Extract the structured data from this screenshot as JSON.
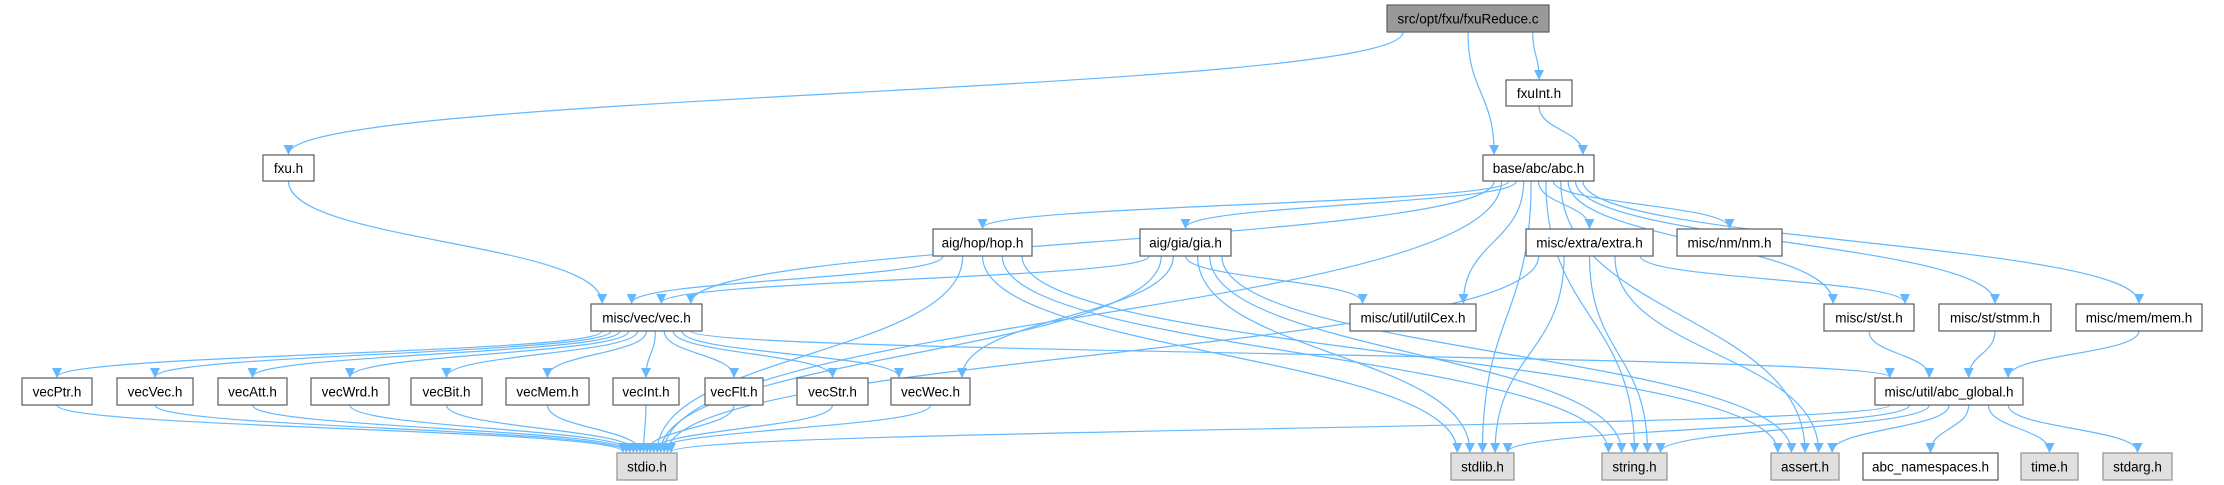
{
  "colors": {
    "edge": "#63b8ff",
    "node_border": "#666666",
    "system_fill": "#e0e0e0",
    "root_fill": "#999999"
  },
  "nodes": [
    {
      "id": "fxuReduce",
      "label": "src/opt/fxu/fxuReduce.c",
      "kind": "root"
    },
    {
      "id": "fxuInt",
      "label": "fxuInt.h",
      "kind": "local"
    },
    {
      "id": "fxu",
      "label": "fxu.h",
      "kind": "local"
    },
    {
      "id": "abc",
      "label": "base/abc/abc.h",
      "kind": "local"
    },
    {
      "id": "hop",
      "label": "aig/hop/hop.h",
      "kind": "local"
    },
    {
      "id": "gia",
      "label": "aig/gia/gia.h",
      "kind": "local"
    },
    {
      "id": "extra",
      "label": "misc/extra/extra.h",
      "kind": "local"
    },
    {
      "id": "nm",
      "label": "misc/nm/nm.h",
      "kind": "local"
    },
    {
      "id": "vec",
      "label": "misc/vec/vec.h",
      "kind": "local"
    },
    {
      "id": "utilCex",
      "label": "misc/util/utilCex.h",
      "kind": "local"
    },
    {
      "id": "st",
      "label": "misc/st/st.h",
      "kind": "local"
    },
    {
      "id": "stmm",
      "label": "misc/st/stmm.h",
      "kind": "local"
    },
    {
      "id": "mem",
      "label": "misc/mem/mem.h",
      "kind": "local"
    },
    {
      "id": "vecPtr",
      "label": "vecPtr.h",
      "kind": "local"
    },
    {
      "id": "vecVec",
      "label": "vecVec.h",
      "kind": "local"
    },
    {
      "id": "vecAtt",
      "label": "vecAtt.h",
      "kind": "local"
    },
    {
      "id": "vecWrd",
      "label": "vecWrd.h",
      "kind": "local"
    },
    {
      "id": "vecBit",
      "label": "vecBit.h",
      "kind": "local"
    },
    {
      "id": "vecMem",
      "label": "vecMem.h",
      "kind": "local"
    },
    {
      "id": "vecInt",
      "label": "vecInt.h",
      "kind": "local"
    },
    {
      "id": "vecFlt",
      "label": "vecFlt.h",
      "kind": "local"
    },
    {
      "id": "vecStr",
      "label": "vecStr.h",
      "kind": "local"
    },
    {
      "id": "vecWec",
      "label": "vecWec.h",
      "kind": "local"
    },
    {
      "id": "abc_global",
      "label": "misc/util/abc_global.h",
      "kind": "local"
    },
    {
      "id": "stdio",
      "label": "stdio.h",
      "kind": "system"
    },
    {
      "id": "stdlib",
      "label": "stdlib.h",
      "kind": "system"
    },
    {
      "id": "string",
      "label": "string.h",
      "kind": "system"
    },
    {
      "id": "assert",
      "label": "assert.h",
      "kind": "system"
    },
    {
      "id": "abc_namespaces",
      "label": "abc_namespaces.h",
      "kind": "local"
    },
    {
      "id": "time",
      "label": "time.h",
      "kind": "system"
    },
    {
      "id": "stdarg",
      "label": "stdarg.h",
      "kind": "system"
    }
  ],
  "edges": [
    [
      "fxuReduce",
      "fxu"
    ],
    [
      "fxuReduce",
      "fxuInt"
    ],
    [
      "fxuReduce",
      "abc"
    ],
    [
      "fxuInt",
      "abc"
    ],
    [
      "fxu",
      "vec"
    ],
    [
      "abc",
      "stdio"
    ],
    [
      "abc",
      "vec"
    ],
    [
      "abc",
      "hop"
    ],
    [
      "abc",
      "gia"
    ],
    [
      "abc",
      "utilCex"
    ],
    [
      "abc",
      "stdlib"
    ],
    [
      "abc",
      "extra"
    ],
    [
      "abc",
      "nm"
    ],
    [
      "abc",
      "string"
    ],
    [
      "abc",
      "st"
    ],
    [
      "abc",
      "stmm"
    ],
    [
      "abc",
      "mem"
    ],
    [
      "abc",
      "assert"
    ],
    [
      "hop",
      "vec"
    ],
    [
      "hop",
      "stdio"
    ],
    [
      "hop",
      "stdlib"
    ],
    [
      "hop",
      "string"
    ],
    [
      "hop",
      "assert"
    ],
    [
      "gia",
      "vec"
    ],
    [
      "gia",
      "stdio"
    ],
    [
      "gia",
      "vecWec"
    ],
    [
      "gia",
      "utilCex"
    ],
    [
      "gia",
      "stdlib"
    ],
    [
      "gia",
      "string"
    ],
    [
      "gia",
      "assert"
    ],
    [
      "extra",
      "stdio"
    ],
    [
      "extra",
      "stdlib"
    ],
    [
      "extra",
      "string"
    ],
    [
      "extra",
      "assert"
    ],
    [
      "extra",
      "st"
    ],
    [
      "st",
      "abc_global"
    ],
    [
      "stmm",
      "abc_global"
    ],
    [
      "mem",
      "abc_global"
    ],
    [
      "vec",
      "vecPtr"
    ],
    [
      "vec",
      "vecVec"
    ],
    [
      "vec",
      "vecAtt"
    ],
    [
      "vec",
      "vecWrd"
    ],
    [
      "vec",
      "vecBit"
    ],
    [
      "vec",
      "vecMem"
    ],
    [
      "vec",
      "vecInt"
    ],
    [
      "vec",
      "vecFlt"
    ],
    [
      "vec",
      "vecStr"
    ],
    [
      "vec",
      "vecWec"
    ],
    [
      "vec",
      "abc_global"
    ],
    [
      "vecPtr",
      "stdio"
    ],
    [
      "vecVec",
      "stdio"
    ],
    [
      "vecAtt",
      "stdio"
    ],
    [
      "vecWrd",
      "stdio"
    ],
    [
      "vecBit",
      "stdio"
    ],
    [
      "vecMem",
      "stdio"
    ],
    [
      "vecInt",
      "stdio"
    ],
    [
      "vecFlt",
      "stdio"
    ],
    [
      "vecStr",
      "stdio"
    ],
    [
      "vecWec",
      "stdio"
    ],
    [
      "abc_global",
      "stdio"
    ],
    [
      "abc_global",
      "stdlib"
    ],
    [
      "abc_global",
      "string"
    ],
    [
      "abc_global",
      "assert"
    ],
    [
      "abc_global",
      "abc_namespaces"
    ],
    [
      "abc_global",
      "time"
    ],
    [
      "abc_global",
      "stdarg"
    ]
  ]
}
